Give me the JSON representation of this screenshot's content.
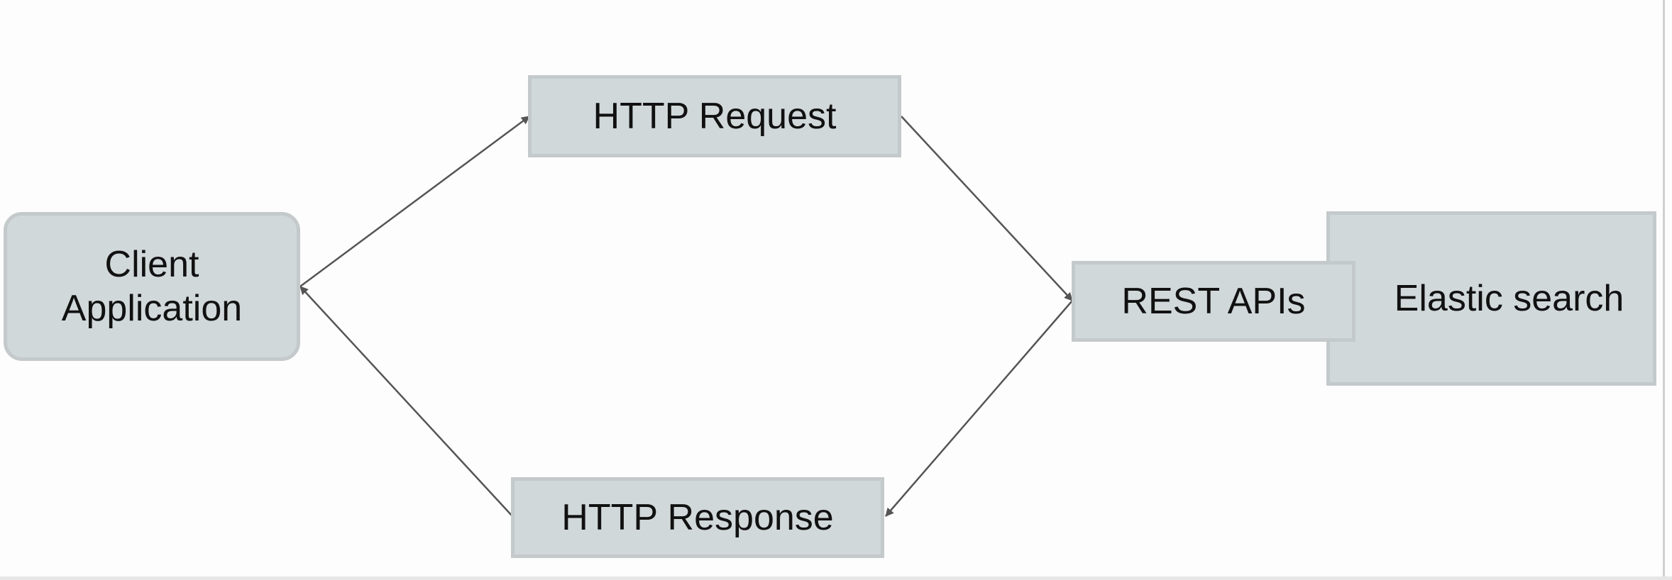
{
  "nodes": {
    "client": "Client\nApplication",
    "http_request": "HTTP Request",
    "rest_apis": "REST APIs",
    "elastic_search": "Elastic search",
    "http_response": "HTTP Response"
  },
  "colors": {
    "node_fill": "#d1d8da",
    "node_border": "#c4c9cb",
    "arrow": "#555555"
  }
}
